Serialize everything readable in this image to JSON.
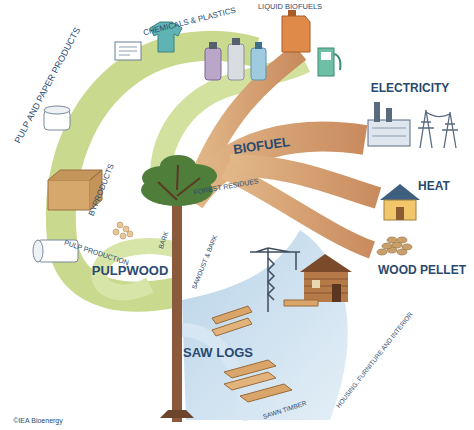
{
  "diagram": {
    "labels": [
      "PULP AND PAPER PRODUCTS",
      "CHEMICALS & PLASTICS",
      "LIQUID BIOFUELS",
      "ELECTRICITY",
      "BIOFUEL",
      "FOREST RESIDUES",
      "HEAT",
      "WOOD PELLET",
      "BYPRODUCTS",
      "PULP PRODUCTION",
      "BARK",
      "PULPWOOD",
      "SAWDUST & BARK",
      "SAW LOGS",
      "SAWN TIMBER",
      "HOUSING, FURNITURE AND INTERIOR",
      "©IEA Bioenergy"
    ]
  }
}
